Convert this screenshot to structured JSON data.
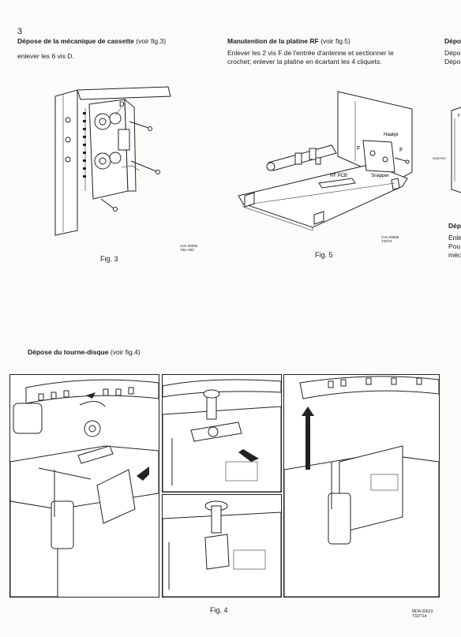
{
  "page_number": "3",
  "cassette": {
    "title": "Dépose de la mécanique de cassette",
    "title_ref": "(voir fig.3)",
    "text": "enlever les 6 vis D.",
    "callout_d": "D",
    "code_line1": "CVA 00994",
    "code_line2": "T32–403",
    "caption": "Fig. 3"
  },
  "rf": {
    "title": "Manutention de la platine RF",
    "title_ref": "(voir fig.5)",
    "text_line1": "Enlever les 2 vis F de l'entrée d'antenne et sectionner le",
    "text_line2": "crochet; enlever la platine en écartant les 4 cliquets.",
    "label_haakje": "Haakje",
    "label_f_left": "F",
    "label_f_right": "F",
    "label_rf_pcb": "RF PCB",
    "label_snapper": "Snapper",
    "code_line1": "CVA 00888",
    "code_line2": "T32/71",
    "caption": "Fig. 5"
  },
  "right_column": {
    "title_partial": "Dépo",
    "line1_partial": "Dépo",
    "line2_partial": "Dépo",
    "snapper_label": "SNAPPER",
    "title2_partial": "Dép",
    "line3_partial": "Enle",
    "line4_partial": "Pou",
    "line5_partial": "méc"
  },
  "turntable": {
    "title": "Dépose du tourne-disque",
    "title_ref": "(voir fig.4)",
    "caption": "Fig. 4",
    "code_line1": "MDA 00623",
    "code_line2": "T32/714"
  }
}
